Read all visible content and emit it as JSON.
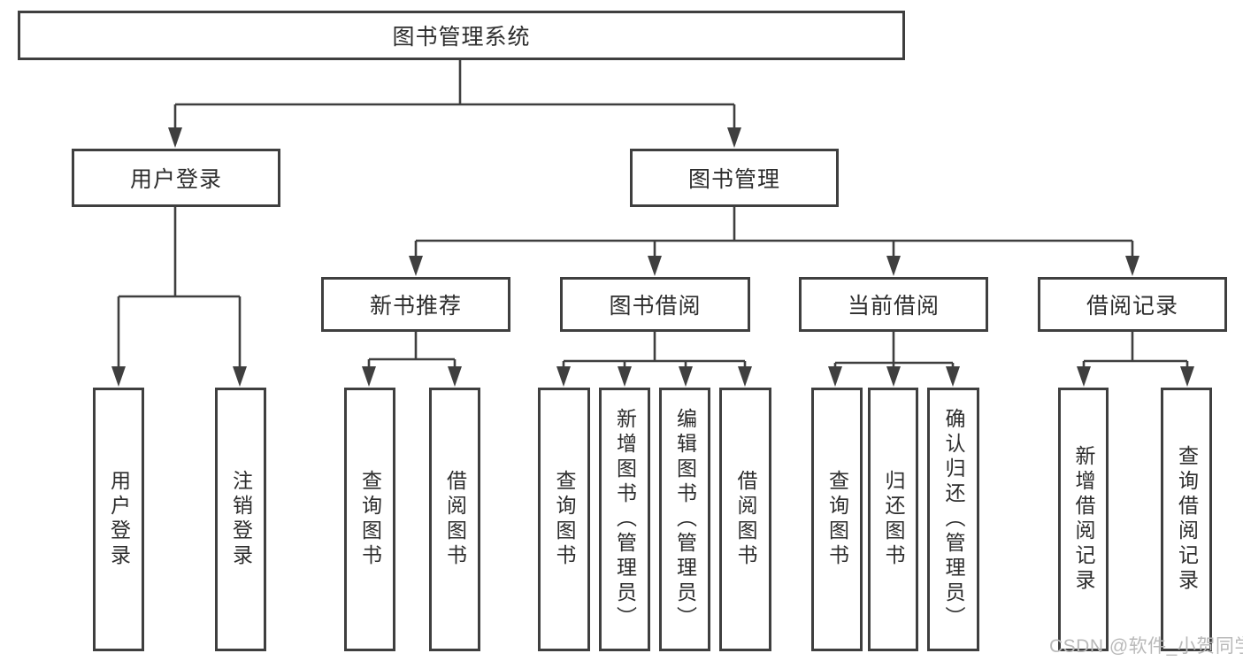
{
  "diagram_title": "图书管理系统",
  "tree": {
    "root": {
      "label": "图书管理系统"
    },
    "branches": [
      {
        "label": "用户登录",
        "leaves": [
          "用户登录",
          "注销登录"
        ]
      },
      {
        "label": "图书管理",
        "groups": [
          {
            "label": "新书推荐",
            "leaves": [
              "查询图书",
              "借阅图书"
            ]
          },
          {
            "label": "图书借阅",
            "leaves": [
              "查询图书",
              "新增图书（管理员）",
              "编辑图书（管理员）",
              "借阅图书"
            ]
          },
          {
            "label": "当前借阅",
            "leaves": [
              "查询图书",
              "归还图书",
              "确认归还（管理员）"
            ]
          },
          {
            "label": "借阅记录",
            "leaves": [
              "新增借阅记录",
              "查询借阅记录"
            ]
          }
        ]
      }
    ]
  },
  "watermark": "CSDN @软件_小贺同学",
  "colors": {
    "line": "#3f3f3f",
    "text": "#2d2d2d",
    "watermark": "#b9b9b9",
    "bg": "#ffffff"
  }
}
